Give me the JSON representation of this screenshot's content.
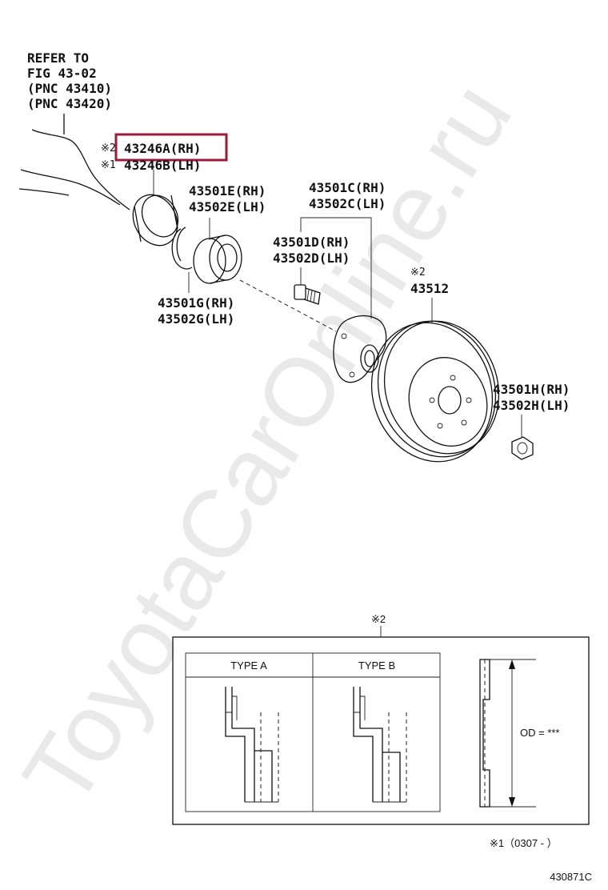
{
  "watermark": "ToyotaCarOnline.ru",
  "refer": {
    "line1": "REFER TO",
    "line2": "FIG 43-02",
    "line3": "(PNC 43410)",
    "line4": "(PNC 43420)"
  },
  "parts": {
    "p43246a": "43246A(RH)",
    "p43246b": "43246B(LH)",
    "mark1": "※1",
    "p43501e": "43501E(RH)",
    "p43502e": "43502E(LH)",
    "p43501g": "43501G(RH)",
    "p43502g": "43502G(LH)",
    "p43501c": "43501C(RH)",
    "p43502c": "43502C(LH)",
    "p43501d": "43501D(RH)",
    "p43502d": "43502D(LH)",
    "mark2": "※2",
    "p43512": "43512",
    "p43501h": "43501H(RH)",
    "p43502h": "43502H(LH)"
  },
  "inset": {
    "mark": "※2",
    "type_a": "TYPE A",
    "type_b": "TYPE B",
    "od": "OD = ***"
  },
  "footnote": "※1（0307 -        ）",
  "figure_id": "430871C",
  "highlight_color": "#9b1b3a"
}
